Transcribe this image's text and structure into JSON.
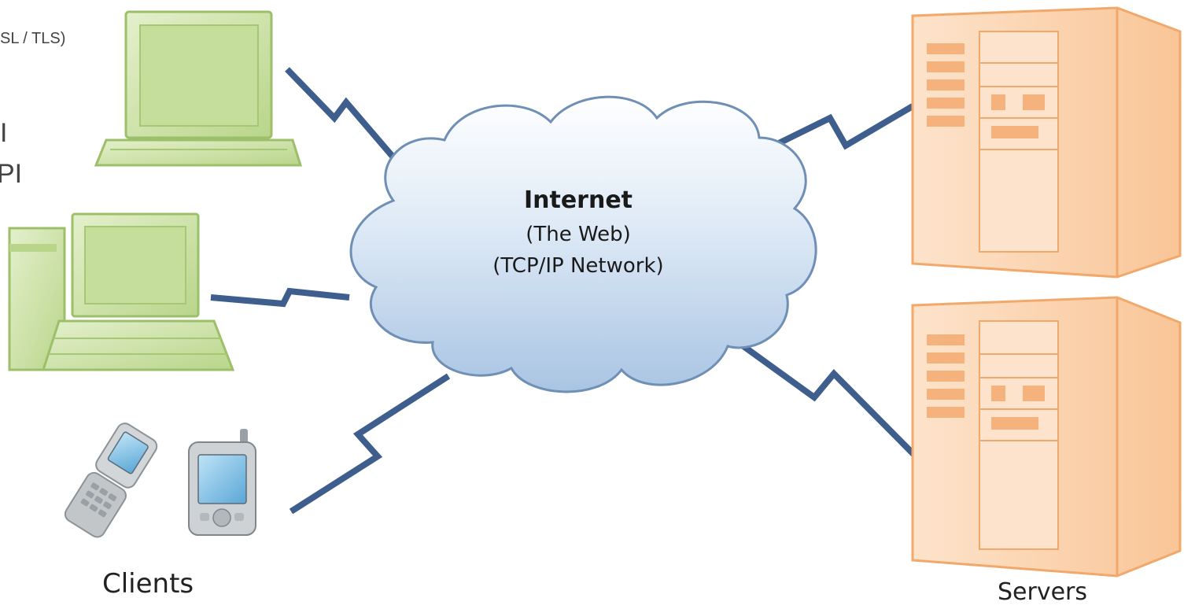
{
  "background_text": {
    "line1": "SL / TLS)",
    "line2": "I",
    "line3": "PI"
  },
  "cloud": {
    "title": "Internet",
    "subtitle": "(The Web)",
    "network": "(TCP/IP Network)"
  },
  "labels": {
    "clients": "Clients",
    "servers": "Servers"
  },
  "colors": {
    "client_green": "#cfe3a8",
    "server_orange": "#fbd3ae",
    "cloud_blue": "#c7dbf0",
    "link_blue": "#3e5e8e"
  }
}
